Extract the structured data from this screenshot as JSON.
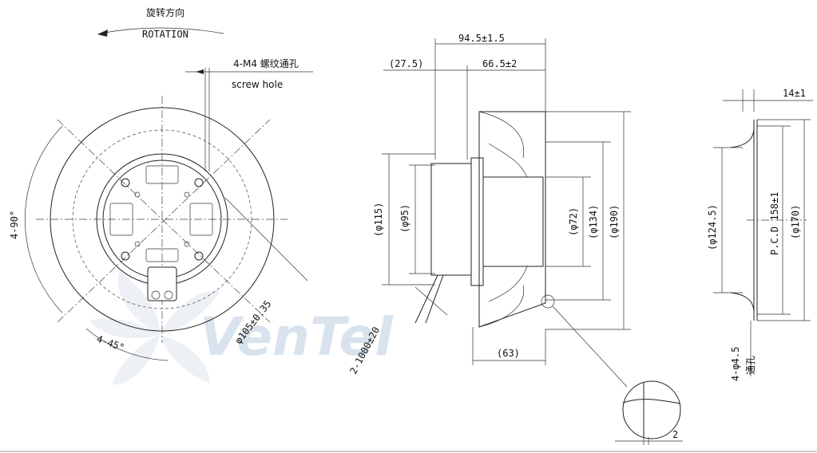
{
  "labels": {
    "rotation_cn": "旋转方向",
    "rotation_en": "ROTATION",
    "screw_cn": "4-M4 螺纹通孔",
    "screw_en": "screw hole",
    "angle_90": "4-90°",
    "angle_45": "4-45°",
    "pcd_105": "φ105±0.35",
    "cable": "2-1000±20",
    "dim_94_5": "94.5±1.5",
    "dim_27_5": "(27.5)",
    "dim_66_5": "66.5±2",
    "dia_115": "(φ115)",
    "dia_95": "(φ95)",
    "dia_72": "(φ72)",
    "dia_134": "(φ134)",
    "dia_190": "(φ190)",
    "dim_63": "(63)",
    "detail_2": "2",
    "dim_14": "14±1",
    "dia_124_5": "(φ124.5)",
    "pcd_158": "P.C.D 158±1",
    "dia_170": "(φ170)",
    "holes_4_5": "4-φ4.5",
    "holes_cn": "通孔"
  },
  "watermark": {
    "brand": "VenTel",
    "color": "#d9e3ee"
  }
}
